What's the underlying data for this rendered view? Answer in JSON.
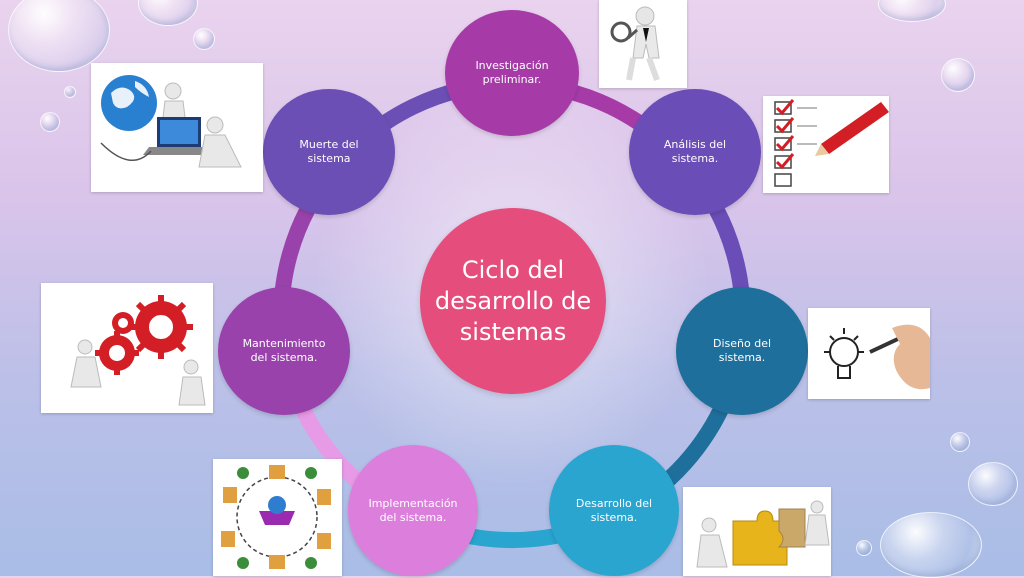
{
  "diagram": {
    "center_label": "Ciclo del desarrollo de sistemas",
    "stages": [
      {
        "label": "Investigación preliminar.",
        "color": "#a63ba8"
      },
      {
        "label": "Análisis del sistema.",
        "color": "#6a4db6"
      },
      {
        "label": "Diseño del sistema.",
        "color": "#1f6f9c"
      },
      {
        "label": "Desarrollo del sistema.",
        "color": "#2aa5cf"
      },
      {
        "label": "Implementación del sistema.",
        "color": "#dc7fdc"
      },
      {
        "label": "Mantenimiento del sistema.",
        "color": "#9a42ac"
      },
      {
        "label": "Muerte del sistema",
        "color": "#6b4fb5"
      }
    ],
    "center_color": "#e44d7c"
  }
}
